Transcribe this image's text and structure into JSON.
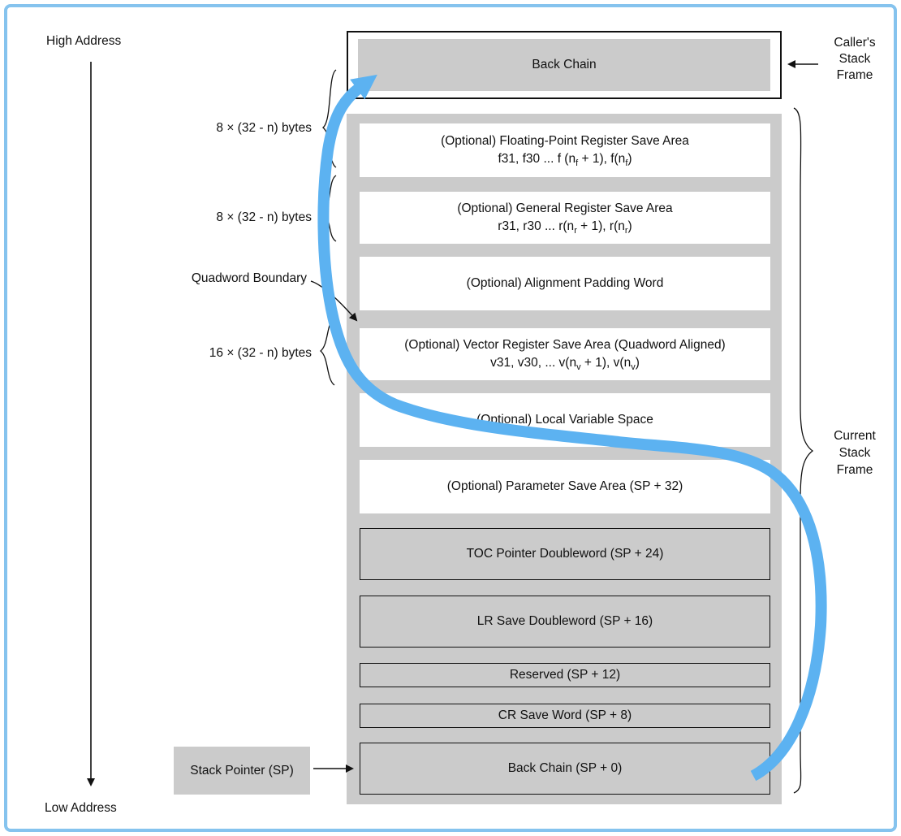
{
  "colors": {
    "frame_border_blue": "#85c3ee",
    "flow_arrow_blue": "#5cb2f1",
    "fill_gray": "#cbcbcb",
    "line_black": "#111111"
  },
  "annotations": {
    "high_address": "High Address",
    "low_address": "Low Address",
    "stack_pointer": "Stack Pointer (SP)",
    "quadword_boundary": "Quadword Boundary",
    "fp_size_label": "8 × (32 - n) bytes",
    "gr_size_label": "8 × (32 - n) bytes",
    "vr_size_label": "16 × (32 - n) bytes",
    "callers_frame": [
      "Caller's",
      "Stack",
      "Frame"
    ],
    "current_frame": [
      "Current",
      "Stack",
      "Frame"
    ]
  },
  "stack": {
    "caller_box_label": "Back Chain",
    "boxes": [
      {
        "name": "fp-register-save-area",
        "line1": "(Optional) Floating-Point Register Save Area",
        "l2a": "f31, f30 ... f (n",
        "l2s1": "f",
        "l2b": " + 1), f(n",
        "l2s2": "f",
        "l2c": ")"
      },
      {
        "name": "general-register-save-area",
        "line1": "(Optional) General Register Save Area",
        "l2a": "r31, r30 ... r(n",
        "l2s1": "r",
        "l2b": " + 1), r(n",
        "l2s2": "r",
        "l2c": ")"
      },
      {
        "name": "alignment-padding-word",
        "line1": "(Optional) Alignment Padding Word"
      },
      {
        "name": "vector-register-save-area",
        "line1": "(Optional) Vector Register Save Area (Quadword Aligned)",
        "l2a": "v31, v30, ... v(n",
        "l2s1": "v",
        "l2b": " + 1), v(n",
        "l2s2": "v",
        "l2c": ")"
      },
      {
        "name": "local-variable-space",
        "line1": "(Optional) Local Variable Space"
      },
      {
        "name": "parameter-save-area",
        "line1": "(Optional) Parameter Save Area (SP + 32)"
      },
      {
        "name": "toc-pointer-doubleword",
        "line1": "TOC Pointer Doubleword (SP + 24)"
      },
      {
        "name": "lr-save-doubleword",
        "line1": "LR Save Doubleword (SP + 16)"
      },
      {
        "name": "reserved-word",
        "line1": "Reserved (SP + 12)"
      },
      {
        "name": "cr-save-word",
        "line1": "CR Save Word (SP + 8)"
      },
      {
        "name": "back-chain-sp0",
        "line1": "Back Chain (SP + 0)"
      }
    ]
  }
}
